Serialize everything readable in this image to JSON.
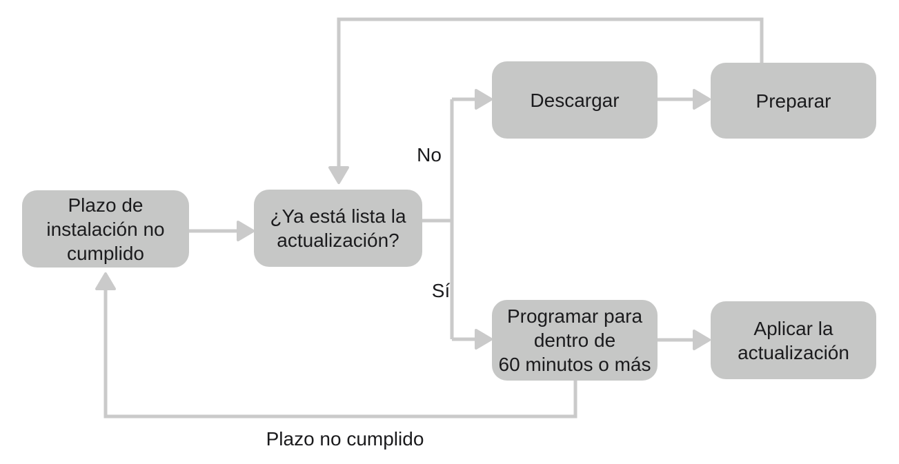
{
  "diagram": {
    "type": "flowchart",
    "language": "es",
    "background": "#ffffff",
    "colors": {
      "node_fill": "#c6c7c6",
      "connector": "#cacaca",
      "text": "#1b1b1d"
    },
    "nodes": {
      "plazo": {
        "label": "Plazo de\ninstalación no\ncumplido"
      },
      "pregunta": {
        "label": "¿Ya está lista la\nactualización?"
      },
      "descargar": {
        "label": "Descargar"
      },
      "preparar": {
        "label": "Preparar"
      },
      "programar": {
        "label": "Programar para\ndentro de\n60 minutos o más"
      },
      "aplicar": {
        "label": "Aplicar la\nactualización"
      }
    },
    "edge_labels": {
      "no": "No",
      "si": "Sí",
      "plazo_no_cumplido": "Plazo no cumplido"
    },
    "edges": [
      {
        "from": "plazo",
        "to": "pregunta",
        "label": ""
      },
      {
        "from": "pregunta",
        "to": "descargar",
        "label": "No"
      },
      {
        "from": "pregunta",
        "to": "programar",
        "label": "Sí"
      },
      {
        "from": "descargar",
        "to": "preparar",
        "label": ""
      },
      {
        "from": "preparar",
        "to": "pregunta",
        "label": ""
      },
      {
        "from": "programar",
        "to": "aplicar",
        "label": ""
      },
      {
        "from": "programar",
        "to": "plazo",
        "label": "Plazo no cumplido"
      }
    ]
  }
}
